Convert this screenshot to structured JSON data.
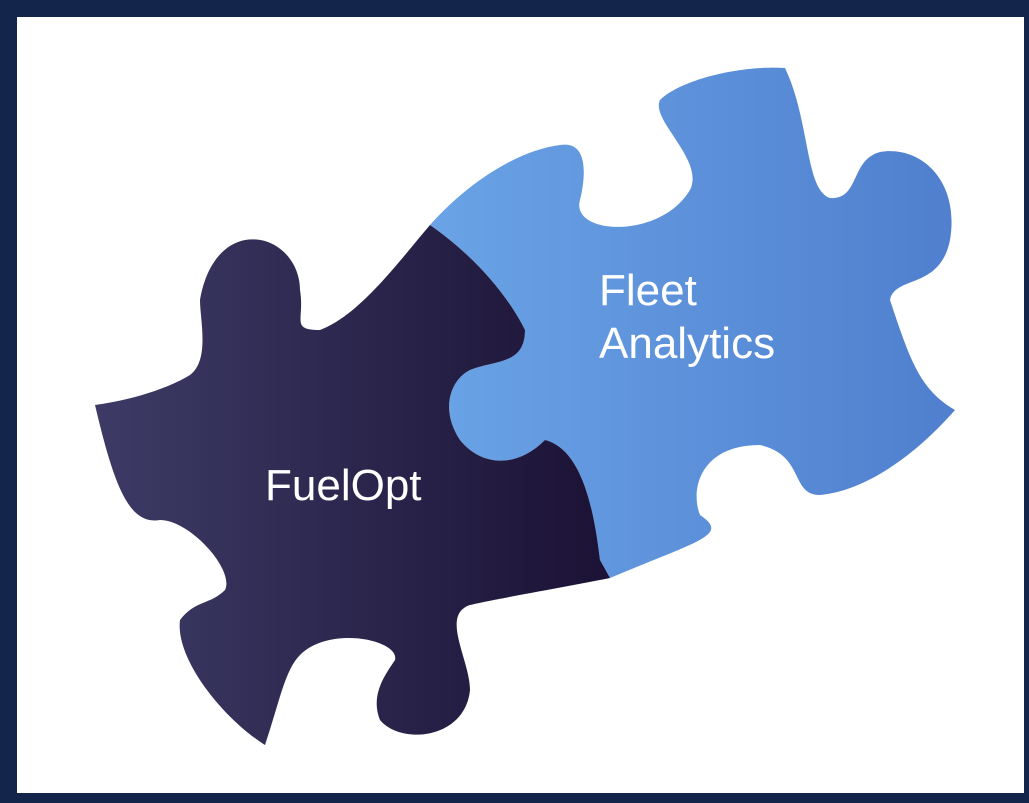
{
  "pieces": [
    {
      "label": "FuelOpt",
      "color_from": "#3d3b66",
      "color_to": "#1b1235"
    },
    {
      "label_lines": [
        "Fleet",
        "Analytics"
      ],
      "color_from": "#6aa3e6",
      "color_to": "#4f7fce"
    }
  ],
  "colors": {
    "border": "#13254a",
    "background": "#ffffff",
    "text": "#ffffff"
  }
}
